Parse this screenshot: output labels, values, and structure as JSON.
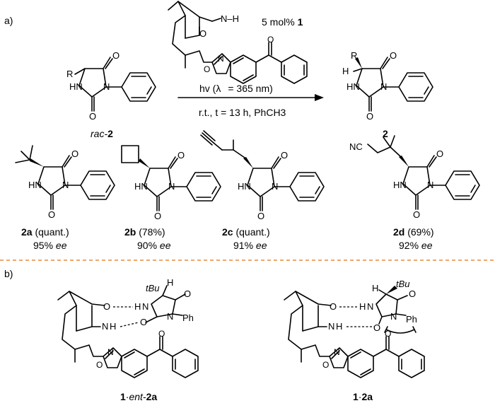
{
  "section_a_label": "a)",
  "section_b_label": "b)",
  "catalyst": {
    "loading_text": "5 mol% ",
    "loading_id": "1"
  },
  "conditions": {
    "hv_prefix": "hv (λ",
    "hv_value": "= 365 nm)",
    "line2": "r.t., t = 13 h, PhCH3"
  },
  "starting_material": {
    "prefix": "rac-",
    "id": "2"
  },
  "product": {
    "id": "2"
  },
  "atoms": {
    "R": "R",
    "H": "H",
    "N": "N",
    "NH": "NH",
    "HN": "HN",
    "O": "O",
    "NC": "NC",
    "tBu": "tBu",
    "Ph": "Ph",
    "NH_cat": "N–H"
  },
  "scope": [
    {
      "id": "2a",
      "yield": "(quant.)",
      "ee_value": "95%",
      "ee_unit": "ee"
    },
    {
      "id": "2b",
      "yield": "(78%)",
      "ee_value": "90%",
      "ee_unit": "ee"
    },
    {
      "id": "2c",
      "yield": "(quant.)",
      "ee_value": "91%",
      "ee_unit": "ee"
    },
    {
      "id": "2d",
      "yield": "(69%)",
      "ee_value": "92%",
      "ee_unit": "ee"
    }
  ],
  "complexes": [
    {
      "cat": "1",
      "dot": "·",
      "ent": "ent-",
      "sub": "2a"
    },
    {
      "cat": "1",
      "dot": "·",
      "ent": "",
      "sub": "2a"
    }
  ],
  "colors": {
    "separator": "#e88a3c",
    "ink": "#000000"
  }
}
